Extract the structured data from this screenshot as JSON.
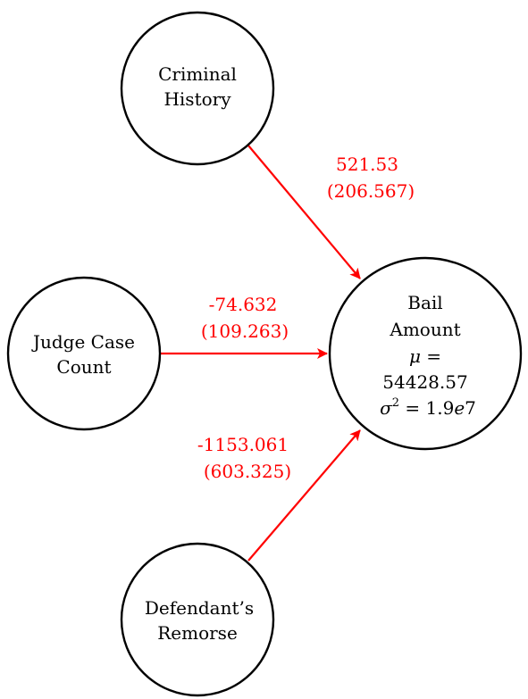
{
  "colors": {
    "node_stroke": "#000000",
    "edge": "#ff0000",
    "text": "#000000",
    "edge_label": "#ff0000"
  },
  "nodes": {
    "criminal_history": {
      "line1": "Criminal",
      "line2": "History"
    },
    "judge_case_count": {
      "line1": "Judge Case",
      "line2": "Count"
    },
    "defendants_remorse": {
      "line1": "Defendant’s",
      "line2": "Remorse"
    },
    "bail_amount": {
      "line1": "Bail",
      "line2": "Amount",
      "mu_symbol": "μ",
      "mu_eq": " =",
      "mu_value": "54428.57",
      "sigma_symbol": "σ",
      "sigma_exp": "2",
      "sigma_eq": " = 1.9",
      "sigma_e": "e",
      "sigma_mag": "7"
    }
  },
  "edges": {
    "criminal_history_to_bail": {
      "coef": "521.53",
      "se": "(206.567)"
    },
    "judge_case_count_to_bail": {
      "coef": "-74.632",
      "se": "(109.263)"
    },
    "defendants_remorse_to_bail": {
      "coef": "-1153.061",
      "se": "(603.325)"
    }
  }
}
